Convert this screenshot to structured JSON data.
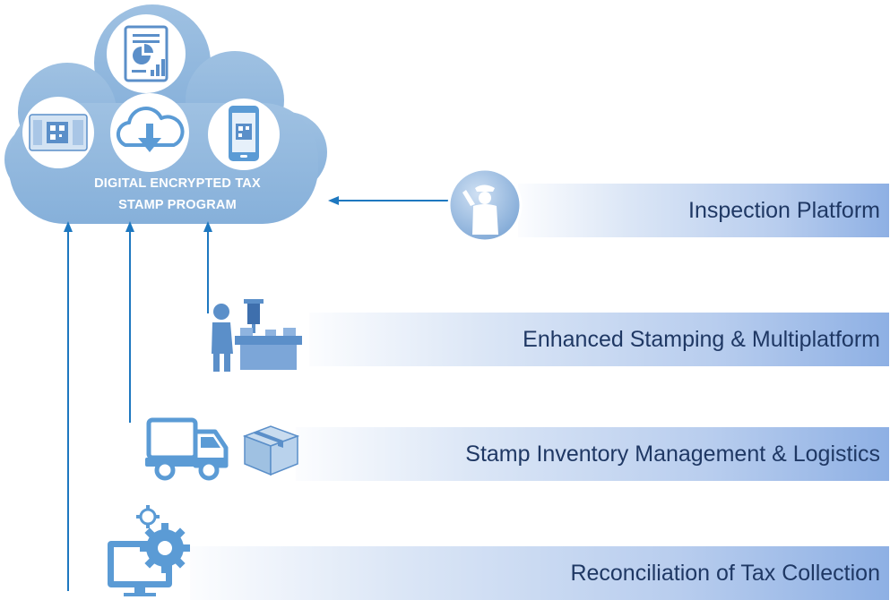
{
  "cloud": {
    "title_line1": "DIGITAL ENCRYPTED TAX",
    "title_line2": "STAMP  PROGRAM"
  },
  "platforms": [
    {
      "label": "Inspection Platform",
      "icon": "inspector-icon"
    },
    {
      "label": "Enhanced Stamping  & Multiplatform",
      "icon": "stamping-machine-worker-icon"
    },
    {
      "label": "Stamp Inventory Management & Logistics",
      "icon": "delivery-truck-and-box-icon"
    },
    {
      "label": "Reconciliation of Tax Collection",
      "icon": "monitor-gears-icon"
    }
  ],
  "colors": {
    "cloud": "#8fb6dc",
    "arrow": "#1e78c0",
    "label_text": "#1f3864",
    "band_end": "#8eb0e4",
    "icon_blue": "#5b8fc9"
  }
}
